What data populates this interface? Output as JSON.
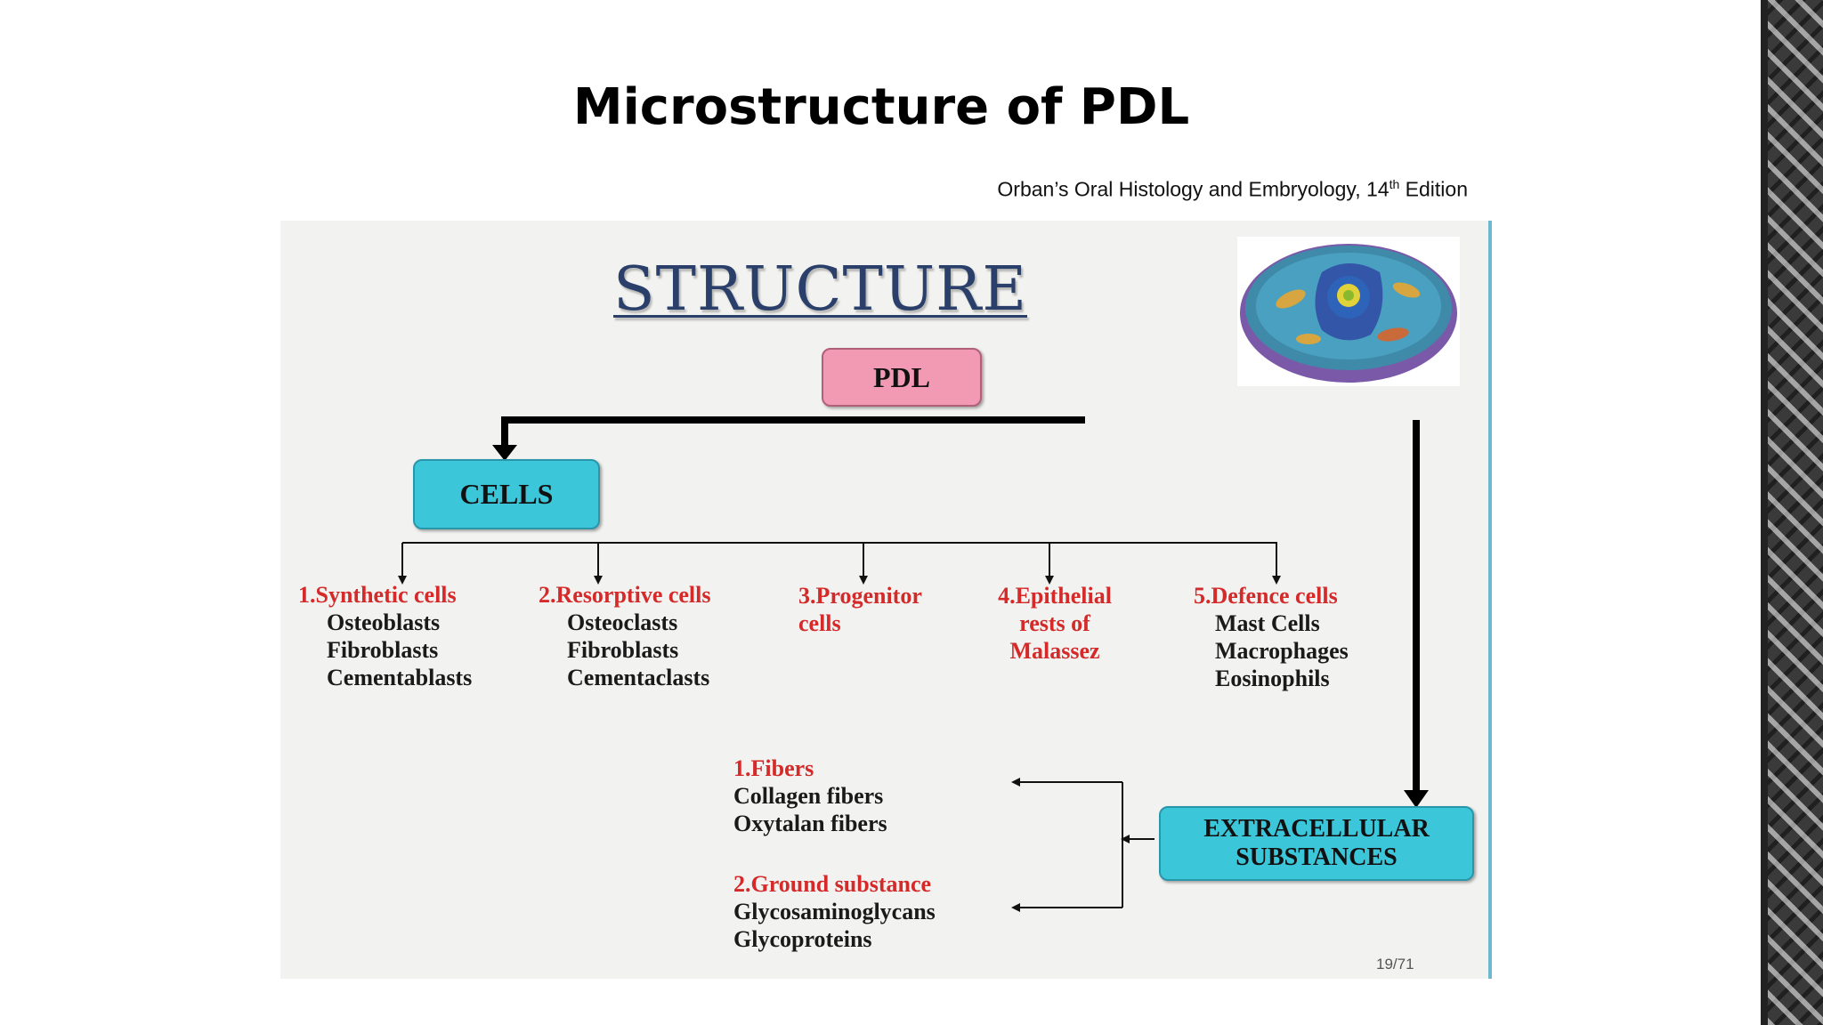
{
  "slide": {
    "title": "Microstructure of PDL",
    "citation_prefix": "Orban’s Oral Histology and Embryology, 14",
    "citation_sup": "th",
    "citation_suffix": " Edition"
  },
  "diagram": {
    "heading": "STRUCTURE",
    "root": "PDL",
    "cells_box": "CELLS",
    "cell_groups": [
      {
        "heading": "1.Synthetic cells",
        "items": [
          "Osteoblasts",
          "Fibroblasts",
          "Cementablasts"
        ]
      },
      {
        "heading": "2.Resorptive cells",
        "items": [
          "Osteoclasts",
          "Fibroblasts",
          "Cementaclasts"
        ]
      },
      {
        "heading_lines": [
          "3.Progenitor",
          "cells"
        ]
      },
      {
        "heading_lines": [
          "4.Epithelial",
          "rests of",
          "Malassez"
        ]
      },
      {
        "heading": "5.Defence cells",
        "items": [
          "Mast Cells",
          "Macrophages",
          "Eosinophils"
        ]
      }
    ],
    "extracellular_box_lines": [
      "EXTRACELLULAR",
      "SUBSTANCES"
    ],
    "extracellular_groups": [
      {
        "heading": "1.Fibers",
        "items": [
          "Collagen fibers",
          "Oxytalan fibers"
        ]
      },
      {
        "heading": "2.Ground substance",
        "items": [
          "Glycosaminoglycans",
          "Glycoproteins"
        ]
      }
    ],
    "page_number": "19/71",
    "illustration": "animal-cell-illustration",
    "colors": {
      "pdl_box": "#f29ab4",
      "cyan_box": "#3cc6da",
      "heading_red": "#d42a2a",
      "structure_blue": "#2a3f6a"
    }
  }
}
